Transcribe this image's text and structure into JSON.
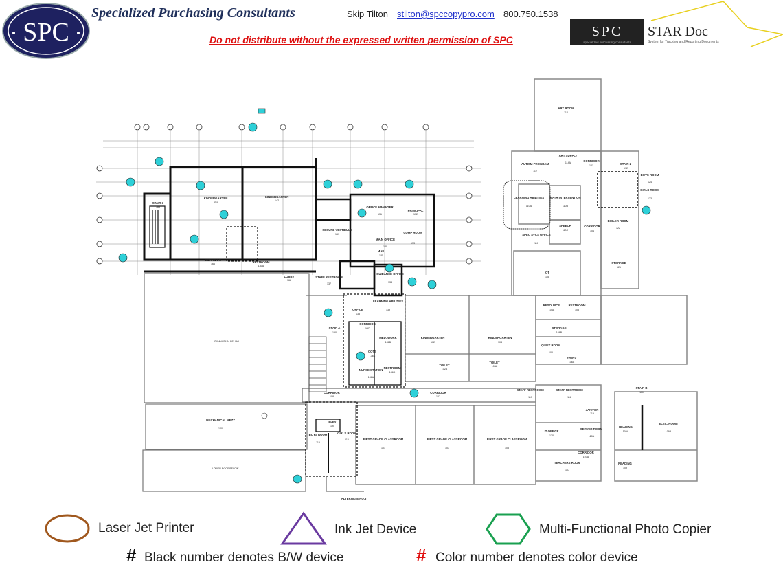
{
  "header": {
    "logo_text": "SPC",
    "company": "Specialized Purchasing Consultants",
    "contact_name": "Skip Tilton",
    "contact_email": "stilton@spccopypro.com",
    "contact_phone": "800.750.1538",
    "warning": "Do not distribute without the expressed written permission of SPC",
    "star_logo_text": "SPC",
    "star_title": "STAR Doc",
    "star_sub_left": "specialized purchasing consultants",
    "star_sub_right": "System for Tracking and Reporting Documents"
  },
  "rooms": [
    {
      "name": "STAIR 3",
      "number": "183"
    },
    {
      "name": "KINDERGARTEN",
      "number": "141"
    },
    {
      "name": "KINDERGARTEN",
      "number": "142"
    },
    {
      "name": "CORRIDOR",
      "number": "166"
    },
    {
      "name": "RESTROOM",
      "number": "140A"
    },
    {
      "name": "LOBBY",
      "number": "168"
    },
    {
      "name": "SECURE VESTIBULE",
      "number": "169"
    },
    {
      "name": "OFFICE MANAGER",
      "number": "131"
    },
    {
      "name": "PRINCIPAL",
      "number": "132"
    },
    {
      "name": "COMP ROOM",
      "number": "133"
    },
    {
      "name": "MAIN OFFICE",
      "number": "130"
    },
    {
      "name": "MAIL",
      "number": "135"
    },
    {
      "name": "STAFF RESTROOM",
      "number": "137"
    },
    {
      "name": "GUIDANCE OFFICE",
      "number": "134"
    },
    {
      "name": "OFFICE",
      "number": "138"
    },
    {
      "name": "LEARNING ABILITIES",
      "number": "139"
    },
    {
      "name": "CORRIDOR",
      "number": "167"
    },
    {
      "name": "STAIR A",
      "number": "150"
    },
    {
      "name": "MED. WORK",
      "number": "136B"
    },
    {
      "name": "COTS",
      "number": "136C"
    },
    {
      "name": "NURSE STATION",
      "number": "136A"
    },
    {
      "name": "RESTROOM",
      "number": "136D"
    },
    {
      "name": "KINDERGARTEN",
      "number": "102"
    },
    {
      "name": "KINDERGARTEN",
      "number": "104"
    },
    {
      "name": "TOILET",
      "number": "102A"
    },
    {
      "name": "TOILET",
      "number": "104A"
    },
    {
      "name": "CORRIDOR",
      "number": "108"
    },
    {
      "name": "CORRIDOR",
      "number": "107"
    },
    {
      "name": "RESOURCE",
      "number": "108A"
    },
    {
      "name": "RESTROOM",
      "number": "103"
    },
    {
      "name": "STORAGE",
      "number": "108B"
    },
    {
      "name": "QUIET ROOM",
      "number": "106"
    },
    {
      "name": "STUDY",
      "number": "106A"
    },
    {
      "name": "STAFF RESTROOM",
      "number": "117"
    },
    {
      "name": "STAFF RESTROOM",
      "number": "118"
    },
    {
      "name": "JANITOR",
      "number": "119"
    },
    {
      "name": "IT OFFICE",
      "number": "120"
    },
    {
      "name": "SERVER ROOM",
      "number": "120A"
    },
    {
      "name": "CORRIDOR",
      "number": "107A"
    },
    {
      "name": "TEACHERS ROOM",
      "number": "107"
    },
    {
      "name": "READING",
      "number": "109A"
    },
    {
      "name": "ELEC. ROOM",
      "number": "109B"
    },
    {
      "name": "READING",
      "number": "109"
    },
    {
      "name": "STAIR B",
      "number": "110"
    },
    {
      "name": "ART ROOM",
      "number": "114"
    },
    {
      "name": "ART SUPPLY",
      "number": "114A"
    },
    {
      "name": "AUTISM PROGRAM",
      "number": "112"
    },
    {
      "name": "CORRIDOR",
      "number": "101"
    },
    {
      "name": "STAIR 2",
      "number": "192"
    },
    {
      "name": "BOYS ROOM",
      "number": "124"
    },
    {
      "name": "GIRLS ROOM",
      "number": "123"
    },
    {
      "name": "LEARNING ABILITIES",
      "number": "110A"
    },
    {
      "name": "MATH INTERVENTION",
      "number": "110B"
    },
    {
      "name": "SPEECH",
      "number": "110C"
    },
    {
      "name": "CORRIDOR",
      "number": "104"
    },
    {
      "name": "SPEC SVCS OFFICE",
      "number": "110"
    },
    {
      "name": "BOILER ROOM",
      "number": "122"
    },
    {
      "name": "STORAGE",
      "number": "121"
    },
    {
      "name": "OT",
      "number": "108"
    },
    {
      "name": "MECHANICAL MEZZ",
      "number": "120"
    },
    {
      "name": "ELEV",
      "number": "190"
    },
    {
      "name": "BOYS ROOM",
      "number": "115"
    },
    {
      "name": "GIRLS ROOM",
      "number": "116"
    },
    {
      "name": "FIRST GRADE CLASSROOM",
      "number": "101"
    },
    {
      "name": "FIRST GRADE CLASSROOM",
      "number": "103"
    },
    {
      "name": "FIRST GRADE CLASSROOM",
      "number": "105"
    }
  ],
  "plan_notes": {
    "gym": "GYMNASIUM BELOW",
    "lower_roof": "LOWER ROOF BELOW",
    "alternate": "ALTERNATE NO.8"
  },
  "legend": {
    "laser": "Laser Jet Printer",
    "inkjet": "Ink Jet Device",
    "mfp": "Multi-Functional Photo Copier",
    "hash": "#",
    "bw": "Black number denotes B/W device",
    "color": "Color number denotes color device",
    "colors": {
      "laser": "#a0581e",
      "inkjet": "#6a3aa0",
      "mfp": "#1aa050",
      "color_number": "#e01010",
      "device_marker": "#2ed0d8"
    }
  }
}
